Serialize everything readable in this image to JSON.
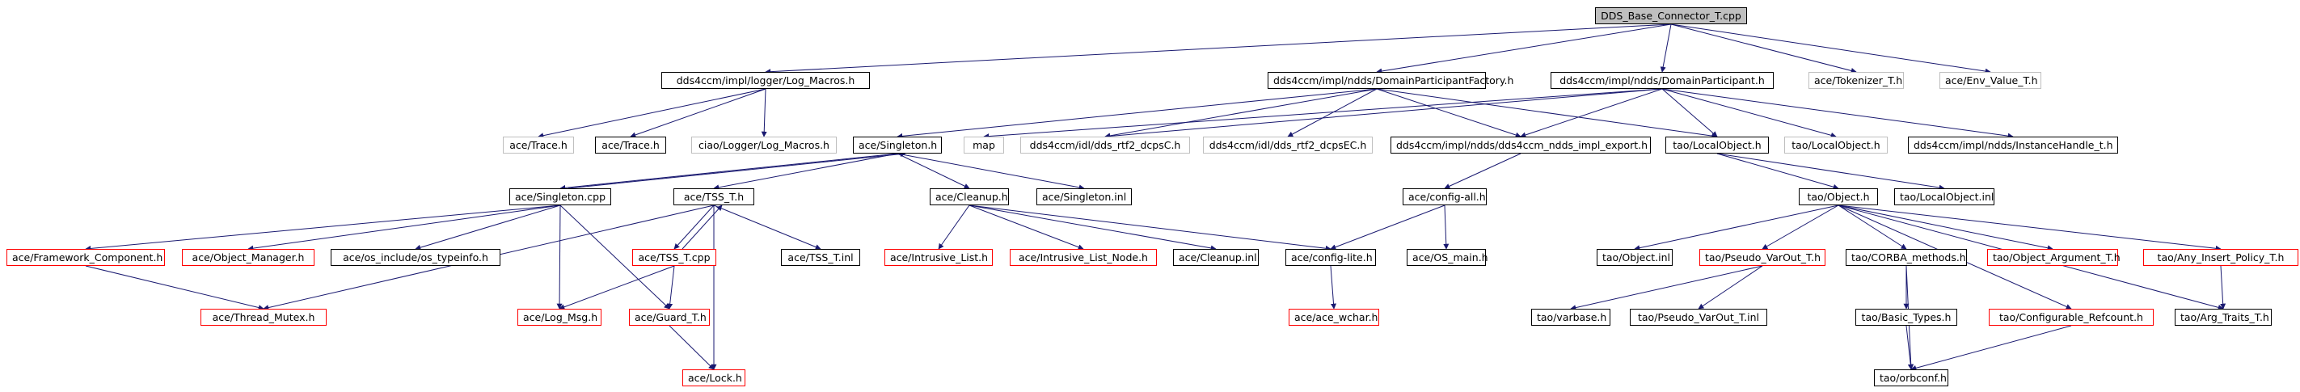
{
  "graph": {
    "colors": {
      "edge": "#191970",
      "normal_border": "#000000",
      "missing_border": "#ff0000",
      "external_border": "#bfbfbf",
      "root_fill": "#bfbfbf"
    },
    "nodes": {
      "root": "DDS_Base_Connector_T.cpp",
      "log_macros": "dds4ccm/impl/logger/Log_Macros.h",
      "dp_factory": "dds4ccm/impl/ndds/DomainParticipantFactory.h",
      "dp": "dds4ccm/impl/ndds/DomainParticipant.h",
      "tokenizer": "ace/Tokenizer_T.h",
      "env_value": "ace/Env_Value_T.h",
      "trace_g": "ace/Trace.h",
      "trace": "ace/Trace.h",
      "ciao_log_macros": "ciao/Logger/Log_Macros.h",
      "singleton_h": "ace/Singleton.h",
      "map": "map",
      "dcps_c": "dds4ccm/idl/dds_rtf2_dcpsC.h",
      "dcps_ec": "dds4ccm/idl/dds_rtf2_dcpsEC.h",
      "impl_export": "dds4ccm/impl/ndds/dds4ccm_ndds_impl_export.h",
      "localobject_h": "tao/LocalObject.h",
      "localobject_h_g": "tao/LocalObject.h",
      "instance_handle": "dds4ccm/impl/ndds/InstanceHandle_t.h",
      "singleton_cpp": "ace/Singleton.cpp",
      "tss_t_h": "ace/TSS_T.h",
      "cleanup_h": "ace/Cleanup.h",
      "singleton_inl": "ace/Singleton.inl",
      "config_all": "ace/config-all.h",
      "object_h": "tao/Object.h",
      "localobject_inl": "tao/LocalObject.inl",
      "framework_component": "ace/Framework_Component.h",
      "object_manager": "ace/Object_Manager.h",
      "os_typeinfo": "ace/os_include/os_typeinfo.h",
      "tss_t_cpp": "ace/TSS_T.cpp",
      "tss_t_inl": "ace/TSS_T.inl",
      "intrusive_list": "ace/Intrusive_List.h",
      "intrusive_list_node": "ace/Intrusive_List_Node.h",
      "cleanup_inl": "ace/Cleanup.inl",
      "config_lite": "ace/config-lite.h",
      "os_main": "ace/OS_main.h",
      "object_inl": "tao/Object.inl",
      "pseudo_varout_h": "tao/Pseudo_VarOut_T.h",
      "corba_methods": "tao/CORBA_methods.h",
      "object_argument": "tao/Object_Argument_T.h",
      "any_insert_policy": "tao/Any_Insert_Policy_T.h",
      "thread_mutex": "ace/Thread_Mutex.h",
      "log_msg": "ace/Log_Msg.h",
      "guard_t": "ace/Guard_T.h",
      "ace_wchar": "ace/ace_wchar.h",
      "varbase": "tao/varbase.h",
      "pseudo_varout_inl": "tao/Pseudo_VarOut_T.inl",
      "basic_types": "tao/Basic_Types.h",
      "configurable_refcount": "tao/Configurable_Refcount.h",
      "arg_traits": "tao/Arg_Traits_T.h",
      "lock": "ace/Lock.h",
      "orbconf": "tao/orbconf.h"
    }
  }
}
